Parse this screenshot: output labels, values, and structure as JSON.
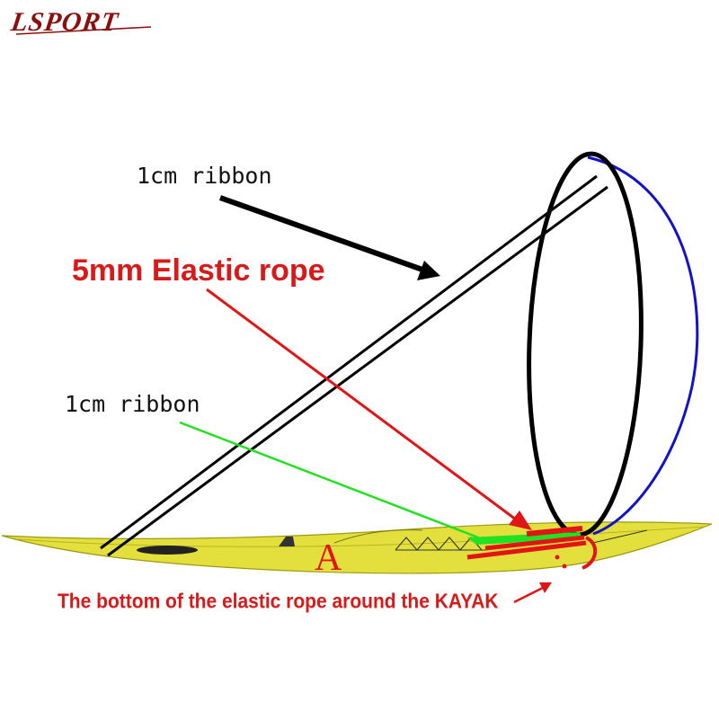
{
  "brand": {
    "text": "LSPORT",
    "color": "#8a1010"
  },
  "labels": {
    "ribbon_top": "1cm ribbon",
    "elastic_rope": "5mm Elastic rope",
    "ribbon_mid": "1cm ribbon",
    "kayak_mark": "A",
    "bottom_note": "The bottom of the elastic rope around the KAYAK"
  },
  "colors": {
    "kayak_fill": "#e3e03e",
    "kayak_edge": "#9c9a12",
    "hoop": "#000000",
    "blue_rope": "#1212c8",
    "red": "#e01616",
    "green": "#22e022"
  }
}
